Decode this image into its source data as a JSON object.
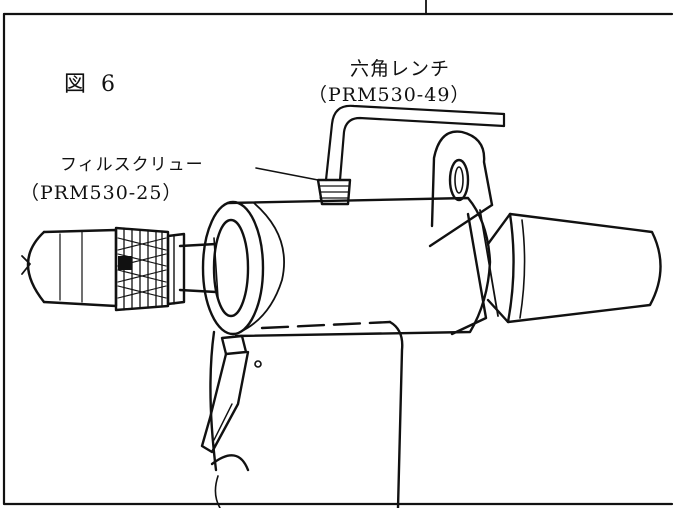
{
  "figure": {
    "title": "図 6",
    "callouts": {
      "hex_wrench": {
        "name": "六角レンチ",
        "part_no": "（PRM530-49）"
      },
      "fill_screw": {
        "name": "フィルスクリュー",
        "part_no": "（PRM530-25）"
      }
    }
  }
}
